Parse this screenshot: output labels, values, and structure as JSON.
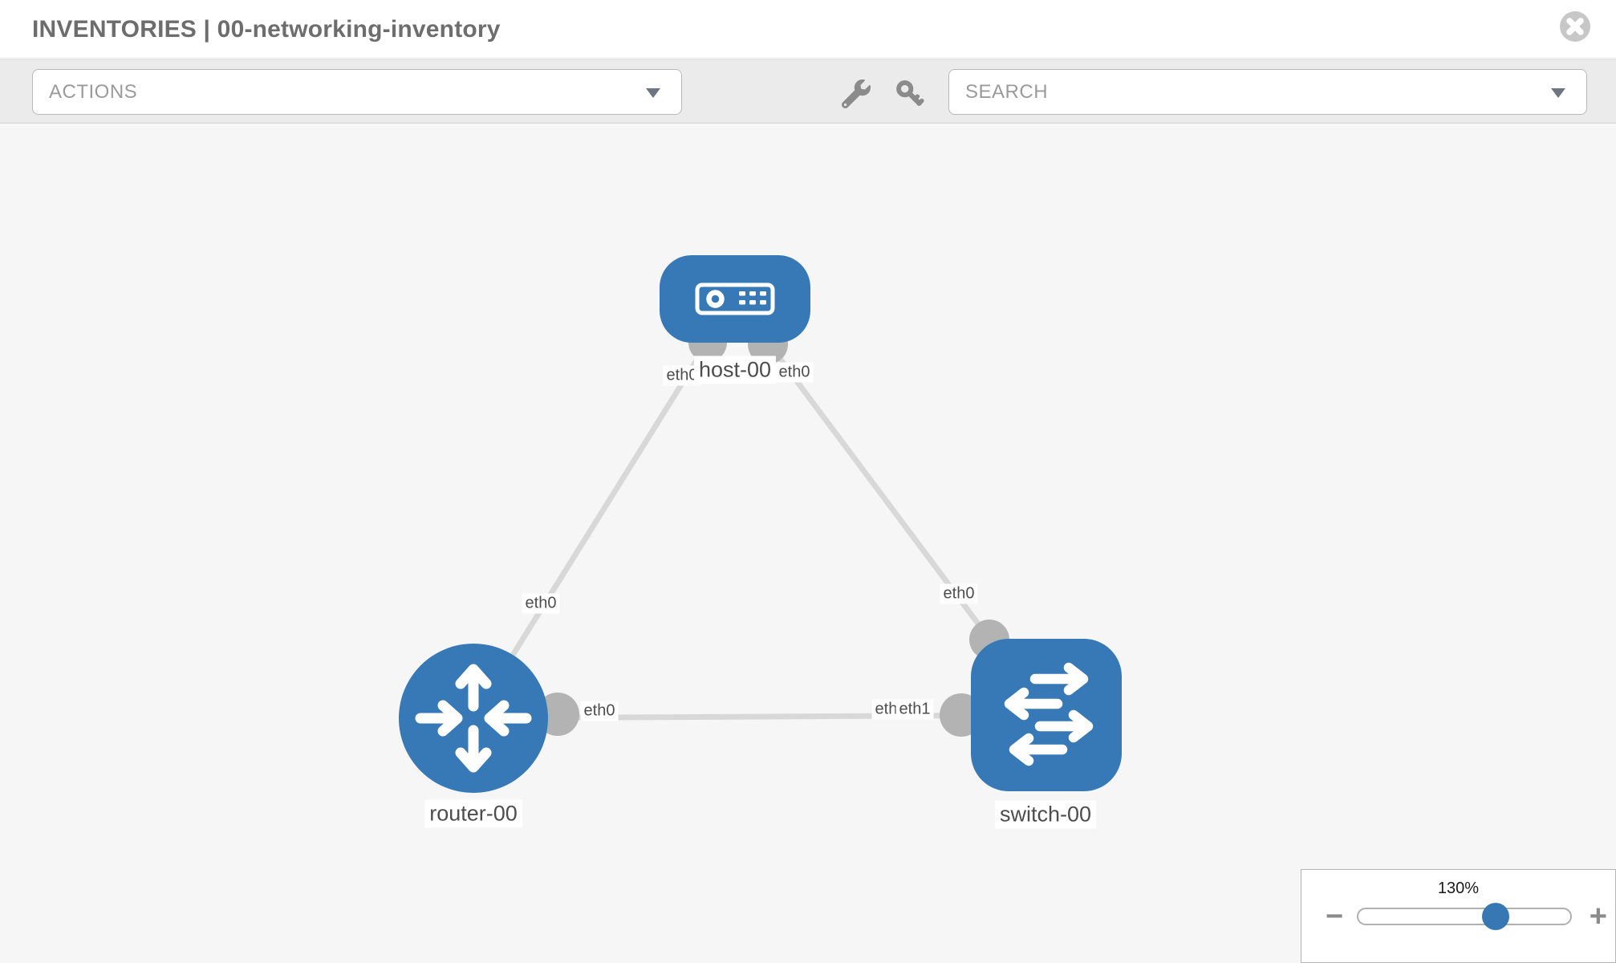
{
  "header": {
    "title": "INVENTORIES | 00-networking-inventory"
  },
  "toolbar": {
    "actions_label": "ACTIONS",
    "search_label": "SEARCH",
    "wrench_icon": "wrench",
    "key_icon": "key"
  },
  "topology": {
    "nodes": [
      {
        "id": "host-00",
        "type": "host",
        "label": "host-00"
      },
      {
        "id": "router-00",
        "type": "router",
        "label": "router-00"
      },
      {
        "id": "switch-00",
        "type": "switch",
        "label": "switch-00"
      }
    ],
    "links": [
      {
        "from": "router-00",
        "to": "host-00",
        "from_interface": "eth0",
        "to_interface": "eth0"
      },
      {
        "from": "host-00",
        "to": "switch-00",
        "from_interface": "eth0",
        "to_interface": "eth0"
      },
      {
        "from": "router-00",
        "to": "switch-00",
        "from_interface": "eth0",
        "to_interface": "eth1"
      }
    ],
    "interface_labels": [
      {
        "text": "eth0"
      },
      {
        "text": "eth0"
      },
      {
        "text": "eth0"
      },
      {
        "text": "eth0"
      },
      {
        "text": "eth0"
      },
      {
        "text": "eth0"
      },
      {
        "text": "eth1"
      }
    ]
  },
  "zoom_control": {
    "level_label": "130%",
    "percent": 130,
    "zoom_out_symbol": "−",
    "zoom_in_symbol": "+"
  },
  "colors": {
    "node_blue": "#3779b6",
    "link_gray": "#d8d8d8",
    "connector_gray": "#b3b3b3",
    "slider_knob_blue": "#3778b4"
  }
}
